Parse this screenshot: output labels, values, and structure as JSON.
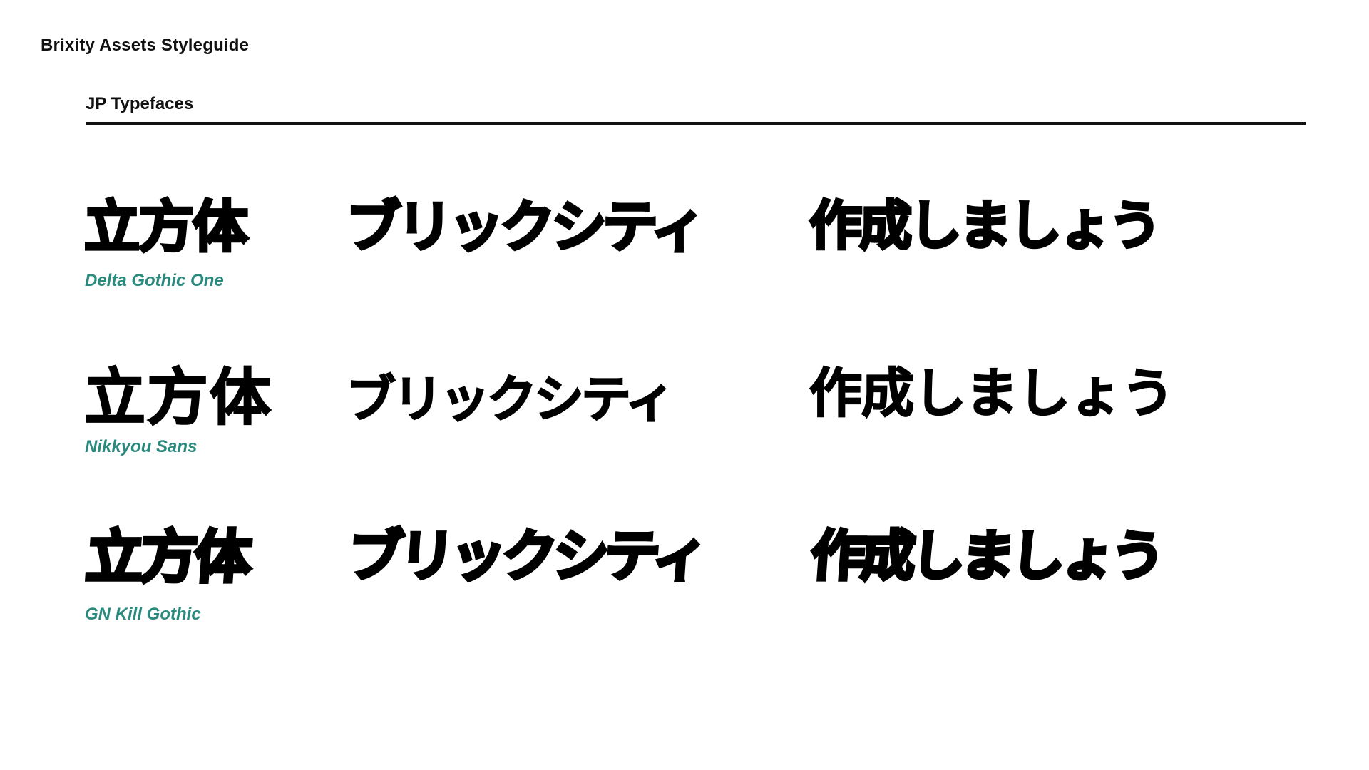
{
  "header": {
    "title": "Brixity Assets Styleguide"
  },
  "section": {
    "title": "JP Typefaces"
  },
  "colors": {
    "text": "#111111",
    "accent": "#2a8a7e",
    "rule": "#111111",
    "background": "#ffffff"
  },
  "typefaces": [
    {
      "name": "Delta Gothic One",
      "samples": [
        "立方体",
        "ブリックシティ",
        "作成しましょう"
      ]
    },
    {
      "name": "Nikkyou Sans",
      "samples": [
        "立方体",
        "ブリックシティ",
        "作成しましょう"
      ]
    },
    {
      "name": "GN Kill Gothic",
      "samples": [
        "立方体",
        "ブリックシティ",
        "作成しましょう"
      ]
    }
  ]
}
